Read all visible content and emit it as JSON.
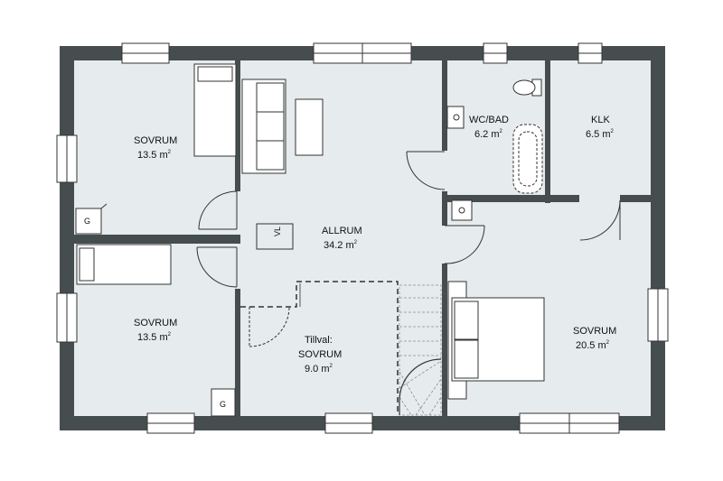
{
  "colors": {
    "floor": "#e6ebed",
    "wall": "#464d4f",
    "line": "#333333",
    "paper": "#ffffff"
  },
  "rooms": {
    "bed_nw": {
      "name": "SOVRUM",
      "area": "13.5 m",
      "unit_sup": "2"
    },
    "bed_sw": {
      "name": "SOVRUM",
      "area": "13.5 m",
      "unit_sup": "2"
    },
    "living": {
      "name": "ALLRUM",
      "area": "34.2 m",
      "unit_sup": "2"
    },
    "optional": {
      "prefix": "Tillval:",
      "name": "SOVRUM",
      "area": "9.0 m",
      "unit_sup": "2"
    },
    "bath": {
      "name": "WC/BAD",
      "area": "6.2 m",
      "unit_sup": "2"
    },
    "closet": {
      "name": "KLK",
      "area": "6.5 m",
      "unit_sup": "2"
    },
    "bed_e": {
      "name": "SOVRUM",
      "area": "20.5 m",
      "unit_sup": "2"
    }
  },
  "fixtures": {
    "wardrobe_nw": "G",
    "wardrobe_sw": "G",
    "vl": "VL"
  }
}
